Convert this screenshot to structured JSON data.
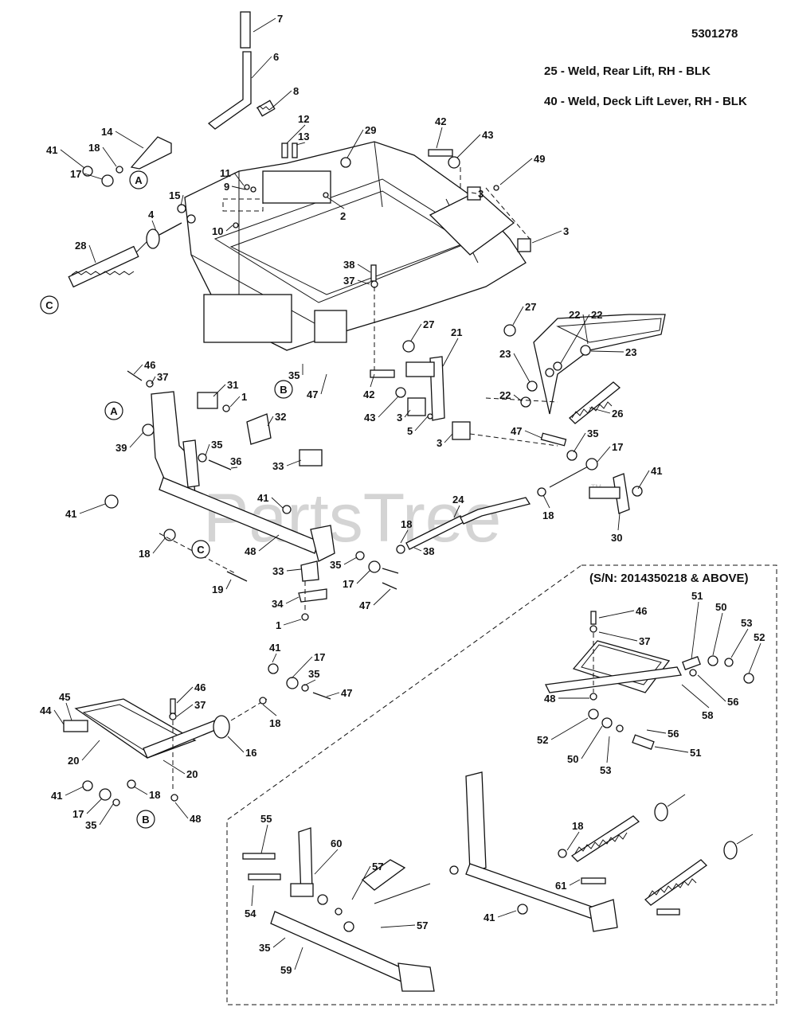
{
  "diagram_id": "5301278",
  "notes": [
    "25 - Weld, Rear Lift, RH - BLK",
    "40 - Weld, Deck Lift Lever, RH - BLK"
  ],
  "serial_note": "(S/N: 2014350218 & ABOVE)",
  "watermark": "PartsTree",
  "trademark": "TM",
  "callout_letters": [
    "A",
    "B",
    "C"
  ],
  "part_numbers": [
    "1",
    "2",
    "3",
    "4",
    "5",
    "6",
    "7",
    "8",
    "9",
    "10",
    "11",
    "12",
    "13",
    "14",
    "15",
    "16",
    "17",
    "18",
    "19",
    "20",
    "21",
    "22",
    "23",
    "24",
    "26",
    "27",
    "28",
    "29",
    "30",
    "31",
    "32",
    "33",
    "34",
    "35",
    "36",
    "37",
    "38",
    "39",
    "41",
    "42",
    "43",
    "44",
    "45",
    "46",
    "47",
    "48",
    "49",
    "50",
    "51",
    "52",
    "53",
    "54",
    "55",
    "56",
    "57",
    "58",
    "59",
    "60",
    "61"
  ]
}
